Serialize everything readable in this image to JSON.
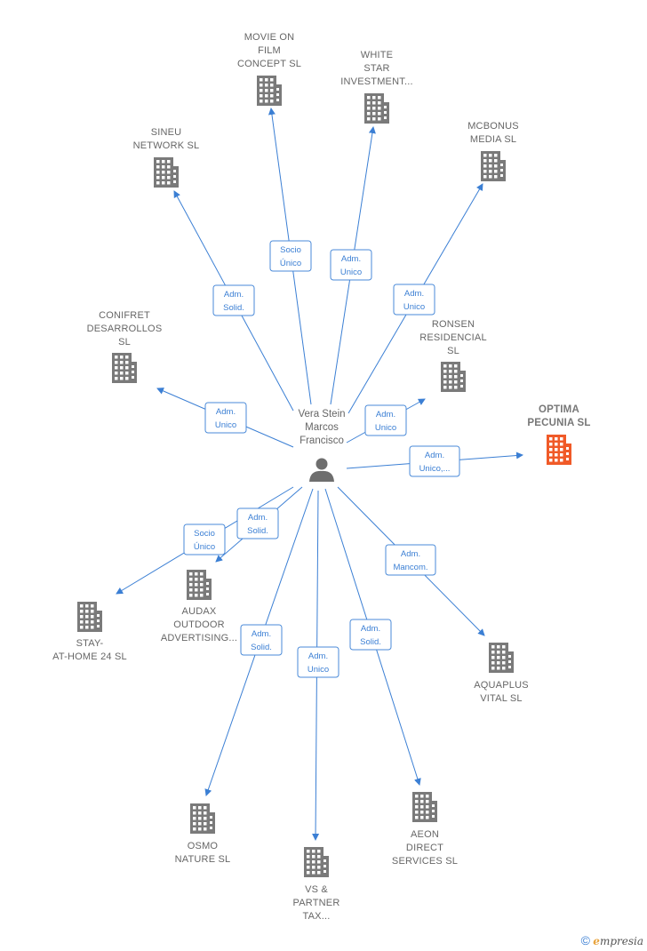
{
  "colors": {
    "edge": "#3b7fd4",
    "building": "#7a7a7a",
    "building_highlight": "#f05a28",
    "person": "#6e6e6e"
  },
  "center": {
    "icon": "person-icon",
    "lines": [
      "Vera Stein",
      "Marcos",
      "Francisco"
    ]
  },
  "companies": [
    {
      "id": "movie-on-film",
      "lines": [
        "MOVIE ON",
        "FILM",
        "CONCEPT  SL"
      ],
      "highlight": false
    },
    {
      "id": "white-star",
      "lines": [
        "WHITE",
        "STAR",
        "INVESTMENT..."
      ],
      "highlight": false
    },
    {
      "id": "mcbonus",
      "lines": [
        "MCBONUS",
        "MEDIA SL"
      ],
      "highlight": false
    },
    {
      "id": "sineu",
      "lines": [
        "SINEU",
        "NETWORK SL"
      ],
      "highlight": false
    },
    {
      "id": "conifret",
      "lines": [
        "CONIFRET",
        "DESARROLLOS",
        "SL"
      ],
      "highlight": false
    },
    {
      "id": "ronsen",
      "lines": [
        "RONSEN",
        "RESIDENCIAL",
        "SL"
      ],
      "highlight": false
    },
    {
      "id": "optima",
      "lines": [
        "OPTIMA",
        "PECUNIA  SL"
      ],
      "highlight": true
    },
    {
      "id": "audax",
      "lines": [
        "AUDAX",
        "OUTDOOR",
        "ADVERTISING..."
      ],
      "highlight": false
    },
    {
      "id": "stay-at-home",
      "lines": [
        "STAY-",
        "AT-HOME 24 SL"
      ],
      "highlight": false
    },
    {
      "id": "aquaplus",
      "lines": [
        "AQUAPLUS",
        "VITAL  SL"
      ],
      "highlight": false
    },
    {
      "id": "osmo",
      "lines": [
        "OSMO",
        "NATURE  SL"
      ],
      "highlight": false
    },
    {
      "id": "vs-partner",
      "lines": [
        "VS &",
        "PARTNER",
        "TAX..."
      ],
      "highlight": false
    },
    {
      "id": "aeon",
      "lines": [
        "AEON",
        "DIRECT",
        "SERVICES  SL"
      ],
      "highlight": false
    }
  ],
  "relations": [
    {
      "target": "movie-on-film",
      "role": [
        "Socio",
        "Único"
      ]
    },
    {
      "target": "white-star",
      "role": [
        "Adm.",
        "Unico"
      ]
    },
    {
      "target": "mcbonus",
      "role": [
        "Adm.",
        "Unico"
      ]
    },
    {
      "target": "sineu",
      "role": [
        "Adm.",
        "Solid."
      ]
    },
    {
      "target": "conifret",
      "role": [
        "Adm.",
        "Unico"
      ]
    },
    {
      "target": "ronsen",
      "role": [
        "Adm.",
        "Unico"
      ]
    },
    {
      "target": "optima",
      "role": [
        "Adm.",
        "Unico,..."
      ]
    },
    {
      "target": "audax",
      "role": [
        "Adm.",
        "Solid."
      ]
    },
    {
      "target": "stay-at-home",
      "role": [
        "Socio",
        "Único"
      ]
    },
    {
      "target": "aquaplus",
      "role": [
        "Adm.",
        "Mancom."
      ]
    },
    {
      "target": "osmo",
      "role": [
        "Adm.",
        "Solid."
      ]
    },
    {
      "target": "vs-partner",
      "role": [
        "Adm.",
        "Unico"
      ]
    },
    {
      "target": "aeon",
      "role": [
        "Adm.",
        "Solid."
      ]
    }
  ],
  "footer": {
    "copyright": "©",
    "brand_initial": "e",
    "brand_rest": "mpresia"
  }
}
